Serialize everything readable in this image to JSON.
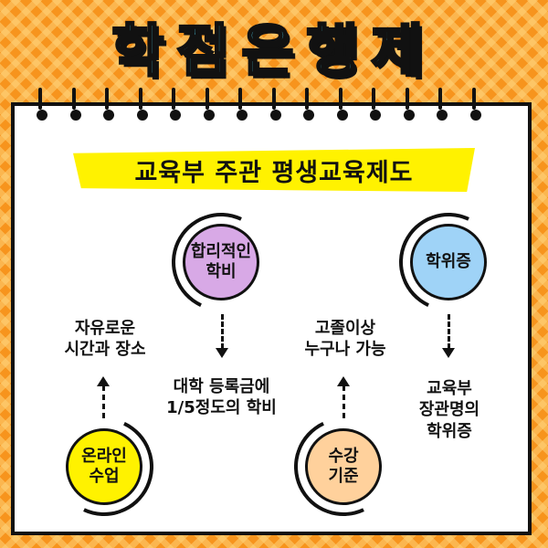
{
  "title": "학점은행제",
  "subtitle": "교육부 주관 평생교육제도",
  "nodes": {
    "tuition": {
      "label": "합리적인\n학비",
      "desc": "대학 등록금에\n1/5정도의 학비",
      "color": "#d8a9e6"
    },
    "degree": {
      "label": "학위증",
      "desc": "교육부\n장관명의\n학위증",
      "color": "#9fd3f7"
    },
    "online": {
      "label": "온라인\n수업",
      "desc": "자유로운\n시간과 장소",
      "color": "#fff200"
    },
    "criteria": {
      "label": "수강\n기준",
      "desc": "고졸이상\n누구나 가능",
      "color": "#ffd19c"
    }
  },
  "colors": {
    "background": "#f7941d",
    "title_fill": "#4fd2ee",
    "highlight": "#fff200"
  }
}
